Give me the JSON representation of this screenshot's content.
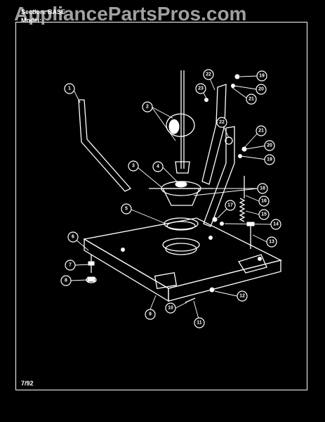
{
  "header": {
    "watermark": "AppliancePartsPros.com",
    "section_label": "Section:  BASE",
    "model_label": "Model:"
  },
  "footer": {
    "date": "7/92"
  },
  "callouts": [
    "1",
    "2",
    "3",
    "4",
    "5",
    "6",
    "7",
    "8",
    "9",
    "10",
    "11",
    "12",
    "13",
    "14",
    "15",
    "16",
    "17",
    "18",
    "19",
    "20",
    "21",
    "22",
    "23"
  ],
  "colors": {
    "background": "#000000",
    "lines": "#ffffff",
    "watermark": "#bdbdbd"
  }
}
